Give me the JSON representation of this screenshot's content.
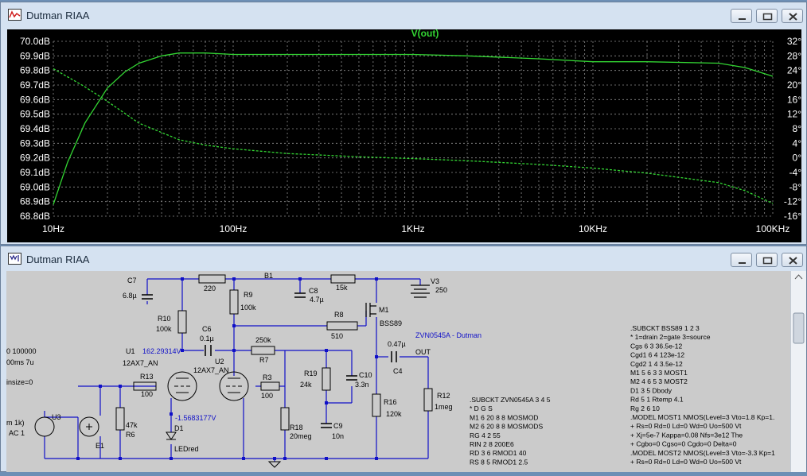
{
  "plot_window": {
    "title": "Dutman RIAA",
    "trace_label": "V(out)",
    "trace_color": "#33d633",
    "plot_bg": "#000000",
    "grid_color": "#8c8c8c",
    "left_axis": [
      "70.0dB",
      "69.9dB",
      "69.8dB",
      "69.7dB",
      "69.6dB",
      "69.5dB",
      "69.4dB",
      "69.3dB",
      "69.2dB",
      "69.1dB",
      "69.0dB",
      "68.9dB",
      "68.8dB"
    ],
    "right_axis": [
      "32°",
      "28°",
      "24°",
      "20°",
      "16°",
      "12°",
      "8°",
      "4°",
      "0°",
      "-4°",
      "-8°",
      "-12°",
      "-16°"
    ],
    "x_axis": [
      "10Hz",
      "100Hz",
      "1KHz",
      "10KHz",
      "100KHz"
    ]
  },
  "chart_data": {
    "type": "line",
    "title": "V(out)",
    "x_scale": "log",
    "xlim": [
      10,
      100000
    ],
    "ylim_left": [
      68.8,
      70.0
    ],
    "ylim_right": [
      -16,
      32
    ],
    "series": [
      {
        "name": "V(out)",
        "axis": "left",
        "style": "solid",
        "x": [
          10,
          12,
          15,
          20,
          25,
          30,
          40,
          50,
          70,
          100,
          200,
          500,
          1000,
          2000,
          5000,
          10000,
          20000,
          50000,
          70000,
          100000
        ],
        "y": [
          68.88,
          69.17,
          69.44,
          69.68,
          69.79,
          69.85,
          69.9,
          69.92,
          69.92,
          69.91,
          69.91,
          69.91,
          69.91,
          69.9,
          69.88,
          69.86,
          69.86,
          69.85,
          69.82,
          69.76
        ]
      },
      {
        "name": "phase",
        "axis": "right",
        "style": "dashed",
        "x": [
          10,
          15,
          20,
          30,
          50,
          70,
          100,
          200,
          500,
          1000,
          2000,
          5000,
          10000,
          20000,
          50000,
          70000,
          100000
        ],
        "y": [
          24.5,
          19.5,
          15.5,
          9.5,
          5,
          3.5,
          2.5,
          1.2,
          0.3,
          -0.2,
          -0.8,
          -1.8,
          -2.8,
          -4.2,
          -6.8,
          -9,
          -12.5
        ]
      }
    ]
  },
  "schematic_window": {
    "title": "Dutman RIAA",
    "bg": "#cbcbcb",
    "wire_color": "#1010c8",
    "labels": {
      "c7": "C7",
      "c7v": "6.8µ",
      "r220": "220",
      "b1": "B1",
      "r15k": "15k",
      "v3": "V3",
      "v3v": "250",
      "r9": "R9",
      "r9v": "100k",
      "c8": "C8",
      "c8v": "4.7µ",
      "m1": "M1",
      "m1v": "BSS89",
      "r10": "R10",
      "r10v": "100k",
      "c6": "C6",
      "c6v": "0.1µ",
      "r8": "R8",
      "r8v": "510",
      "r250k": "250k",
      "r7": "R7",
      "zvn": "ZVN0545A - Dutman",
      "c047": "0.47µ",
      "out": "OUT",
      "c4": "C4",
      "u1": "U1",
      "u1v": "12AX7_AN",
      "u1volt": "162.29314V",
      "u2": "U2",
      "u2v": "12AX7_AN",
      "r13": "R13",
      "r13v": "100",
      "r3": "R3",
      "r3v": "100",
      "r19": "R19",
      "r19v": "24k",
      "c10": "C10",
      "c10v": "3.3n",
      "r16": "R16",
      "r16v": "120k",
      "r12": "R12",
      "r12v": "1meg",
      "volt2": "-1.5683177V",
      "d1": "D1",
      "d1v": "LEDred",
      "r6v": "47k",
      "r6": "R6",
      "u3": "U3",
      "e1": "E1",
      "r18": "R18",
      "r18v": "20meg",
      "c9": "C9",
      "c9v": "10n",
      "cut1": "0 100000",
      "cut2": "00ms 7u",
      "cut3": "insize=0",
      "cut4": "m 1k)",
      "cut5": "AC 1"
    },
    "netlist_a": [
      ".SUBCKT ZVN0545A 3 4 5",
      "*                    D G S",
      "M1 6 20 8 8 MOSMOD",
      "M2 6 20 8 8 MOSMODS",
      "RG 4 2 55",
      "RIN 2 8 200E6",
      "RD 3 6 RMOD1 40",
      "RS 8 5 RMOD1 2.5"
    ],
    "netlist_b": [
      ".SUBCKT BSS89 1 2 3",
      "* 1=drain  2=gate  3=source",
      "Cgs  6 3 36.5e-12",
      "Cgd1 6 4 123e-12",
      "Cgd2 1 4 3.5e-12",
      "M1 5 6 3 3 MOST1",
      "M2 4 6 5 3 MOST2",
      "D1 3 5 Dbody",
      "Rd 5 1 Rtemp 4.1",
      "Rg 2 6 10",
      ".MODEL MOST1 NMOS(Level=3 Vto=1.8 Kp=1.",
      "+             Rs=0 Rd=0 Ld=0 Wd=0 Uo=500 Vt",
      "+             Xj=5e-7 Kappa=0.08 Nfs=3e12 The",
      "+             Cgbo=0 Cgso=0 Cgdo=0 Delta=0",
      ".MODEL MOST2 NMOS(Level=3 Vto=-3.3 Kp=1",
      "+             Rs=0 Rd=0 Ld=0 Wd=0 Uo=500 Vt"
    ]
  }
}
